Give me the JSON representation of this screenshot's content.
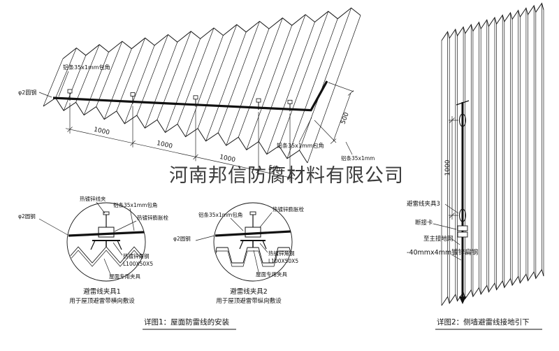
{
  "colors": {
    "ink": "#1a1a1a",
    "red": "#cc0000",
    "watermark": "#9e9e9e"
  },
  "watermark": "河南邦信防腐材料有限公司",
  "detail1": {
    "caption": "详图1：屋面防雷线的安装",
    "roof": {
      "label_alu_top": "铝条35x1mm包角",
      "label_round_steel": "φ2圆钢",
      "label_alu_bottom": "铝条35x1mm包角",
      "label_alu_right": "铝条35x1mm",
      "dims": [
        "1000",
        "1000",
        "1000",
        "500"
      ],
      "dim_right": "500"
    },
    "clamp1": {
      "title": "避雷线夹具1",
      "subtitle": "用于屋顶避雷带横向敷设",
      "label_wire_clamp": "热镀锌线夹",
      "label_alu_strip": "铝条35x1mm包角",
      "label_expansion_bolt": "热镀锌膨胀栓",
      "label_round_steel": "φ2圆钢",
      "label_angle_steel": "热镀锌角钢",
      "label_angle_spec": "L100X50X5",
      "label_roof_fixture": "屋面专用夹具"
    },
    "clamp2": {
      "title": "避雷线夹具2",
      "subtitle": "用于屋顶避雷带纵向敷设",
      "label_alu_strip": "铝条35x1mm包角",
      "label_expansion_bolt": "热镀锌膨胀栓",
      "label_round_steel": "φ2圆钢",
      "label_angle_steel": "热镀锌角钢",
      "label_angle_spec": "L100X50X5",
      "label_roof_fixture": "屋面专用夹具"
    }
  },
  "detail2": {
    "caption": "详图2：侧墙避雷线接地引下",
    "dim_vertical": "1000",
    "label_clamp3": "避雷线夹具3",
    "label_disconnect": "断接卡",
    "label_to_ground": "至主接地网",
    "label_flat_steel": "-40mmx4mm镀锌扁钢"
  }
}
